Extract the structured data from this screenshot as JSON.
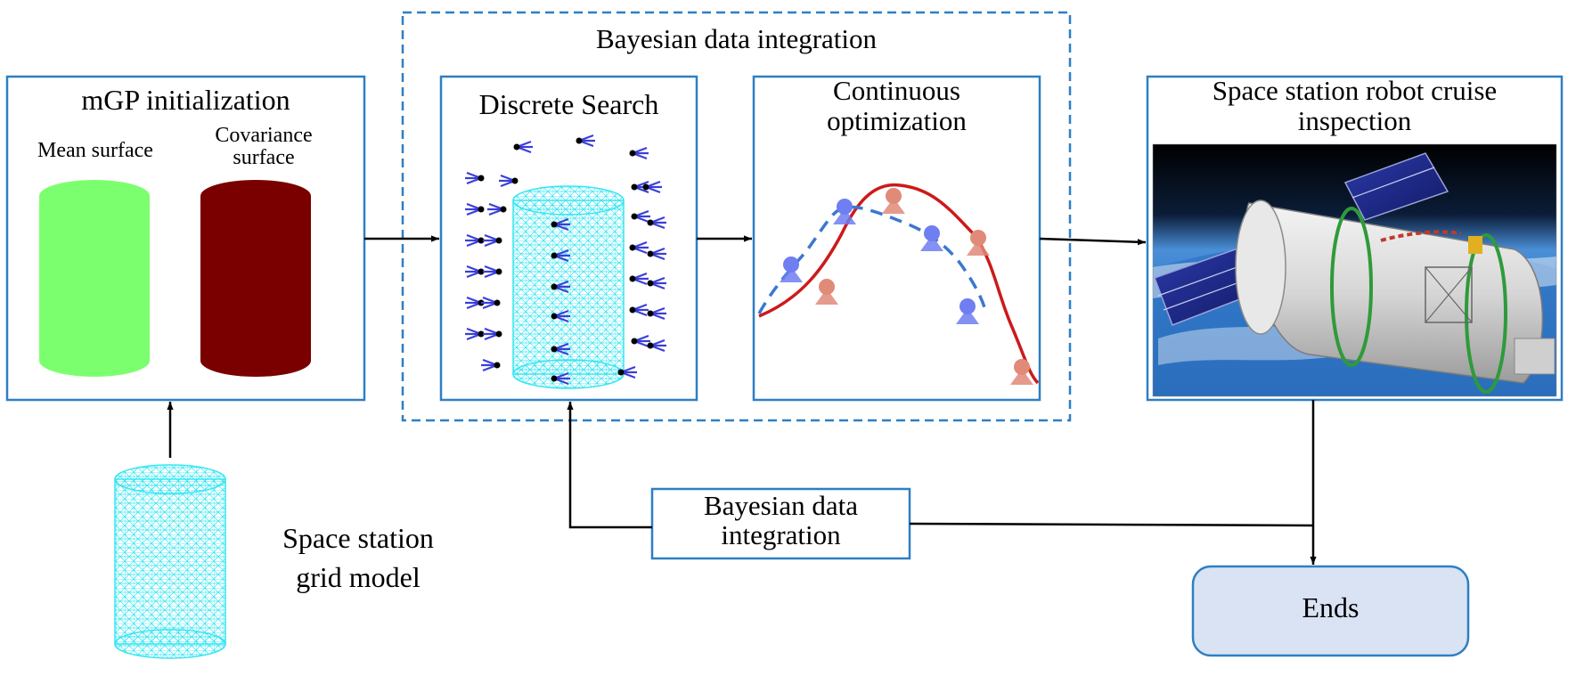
{
  "diagram": {
    "group_title": "Bayesian data integration",
    "mgp": {
      "title": "mGP initialization",
      "mean_label": "Mean surface",
      "cov_label_line1": "Covariance",
      "cov_label_line2": "surface"
    },
    "discrete": {
      "title": "Discrete Search"
    },
    "continuous": {
      "title_line1": "Continuous",
      "title_line2": "optimization"
    },
    "cruise": {
      "title_line1": "Space station robot cruise",
      "title_line2": "inspection"
    },
    "grid_model": {
      "label_line1": "Space station",
      "label_line2": "grid model"
    },
    "feedback": {
      "label_line1": "Bayesian data",
      "label_line2": "integration"
    },
    "end": {
      "label": "Ends"
    }
  },
  "colors": {
    "box_border": "#2e7fc3",
    "mean_surface": "#7cff6e",
    "covariance_surface": "#7a0000",
    "mesh": "#33e6f2",
    "curve_red": "#cc1a1a",
    "curve_blue": "#3a78d0",
    "marker_salmon": "#e08a78",
    "marker_blue": "#6f7ef0",
    "end_fill": "#d9e3f3"
  }
}
